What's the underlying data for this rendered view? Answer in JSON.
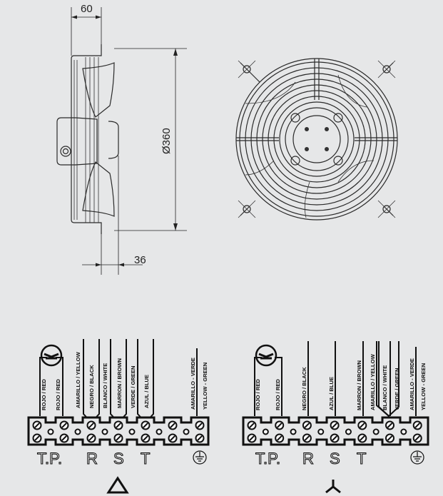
{
  "dimensions": {
    "depth": "60",
    "diameter": "Ø360",
    "offset": "36"
  },
  "delta_diagram": {
    "wires": [
      "ROJO / RED",
      "ROJO / RED",
      "AMARILLO / YELLOW",
      "NEGRO / BLACK",
      "BLANCO / WHITE",
      "MARRON / BROWN",
      "VERDE / GREEN",
      "AZUL / BLUE",
      "AMARILLO - VERDE",
      "YELLOW - GREEN"
    ],
    "terminals": [
      "T.P.",
      "R",
      "S",
      "T"
    ],
    "symbol": "delta"
  },
  "star_diagram": {
    "wires": [
      "ROJO / RED",
      "ROJO / RED",
      "NEGRO / BLACK",
      "AZUL / BLUE",
      "MARRON / BROWN",
      "AMARILLO / YELLOW",
      "BLANCO / WHITE",
      "VERDE / GREEN",
      "AMARILLO - VERDE",
      "YELLOW - GREEN"
    ],
    "terminals": [
      "T.P.",
      "R",
      "S",
      "T"
    ],
    "symbol": "star"
  }
}
